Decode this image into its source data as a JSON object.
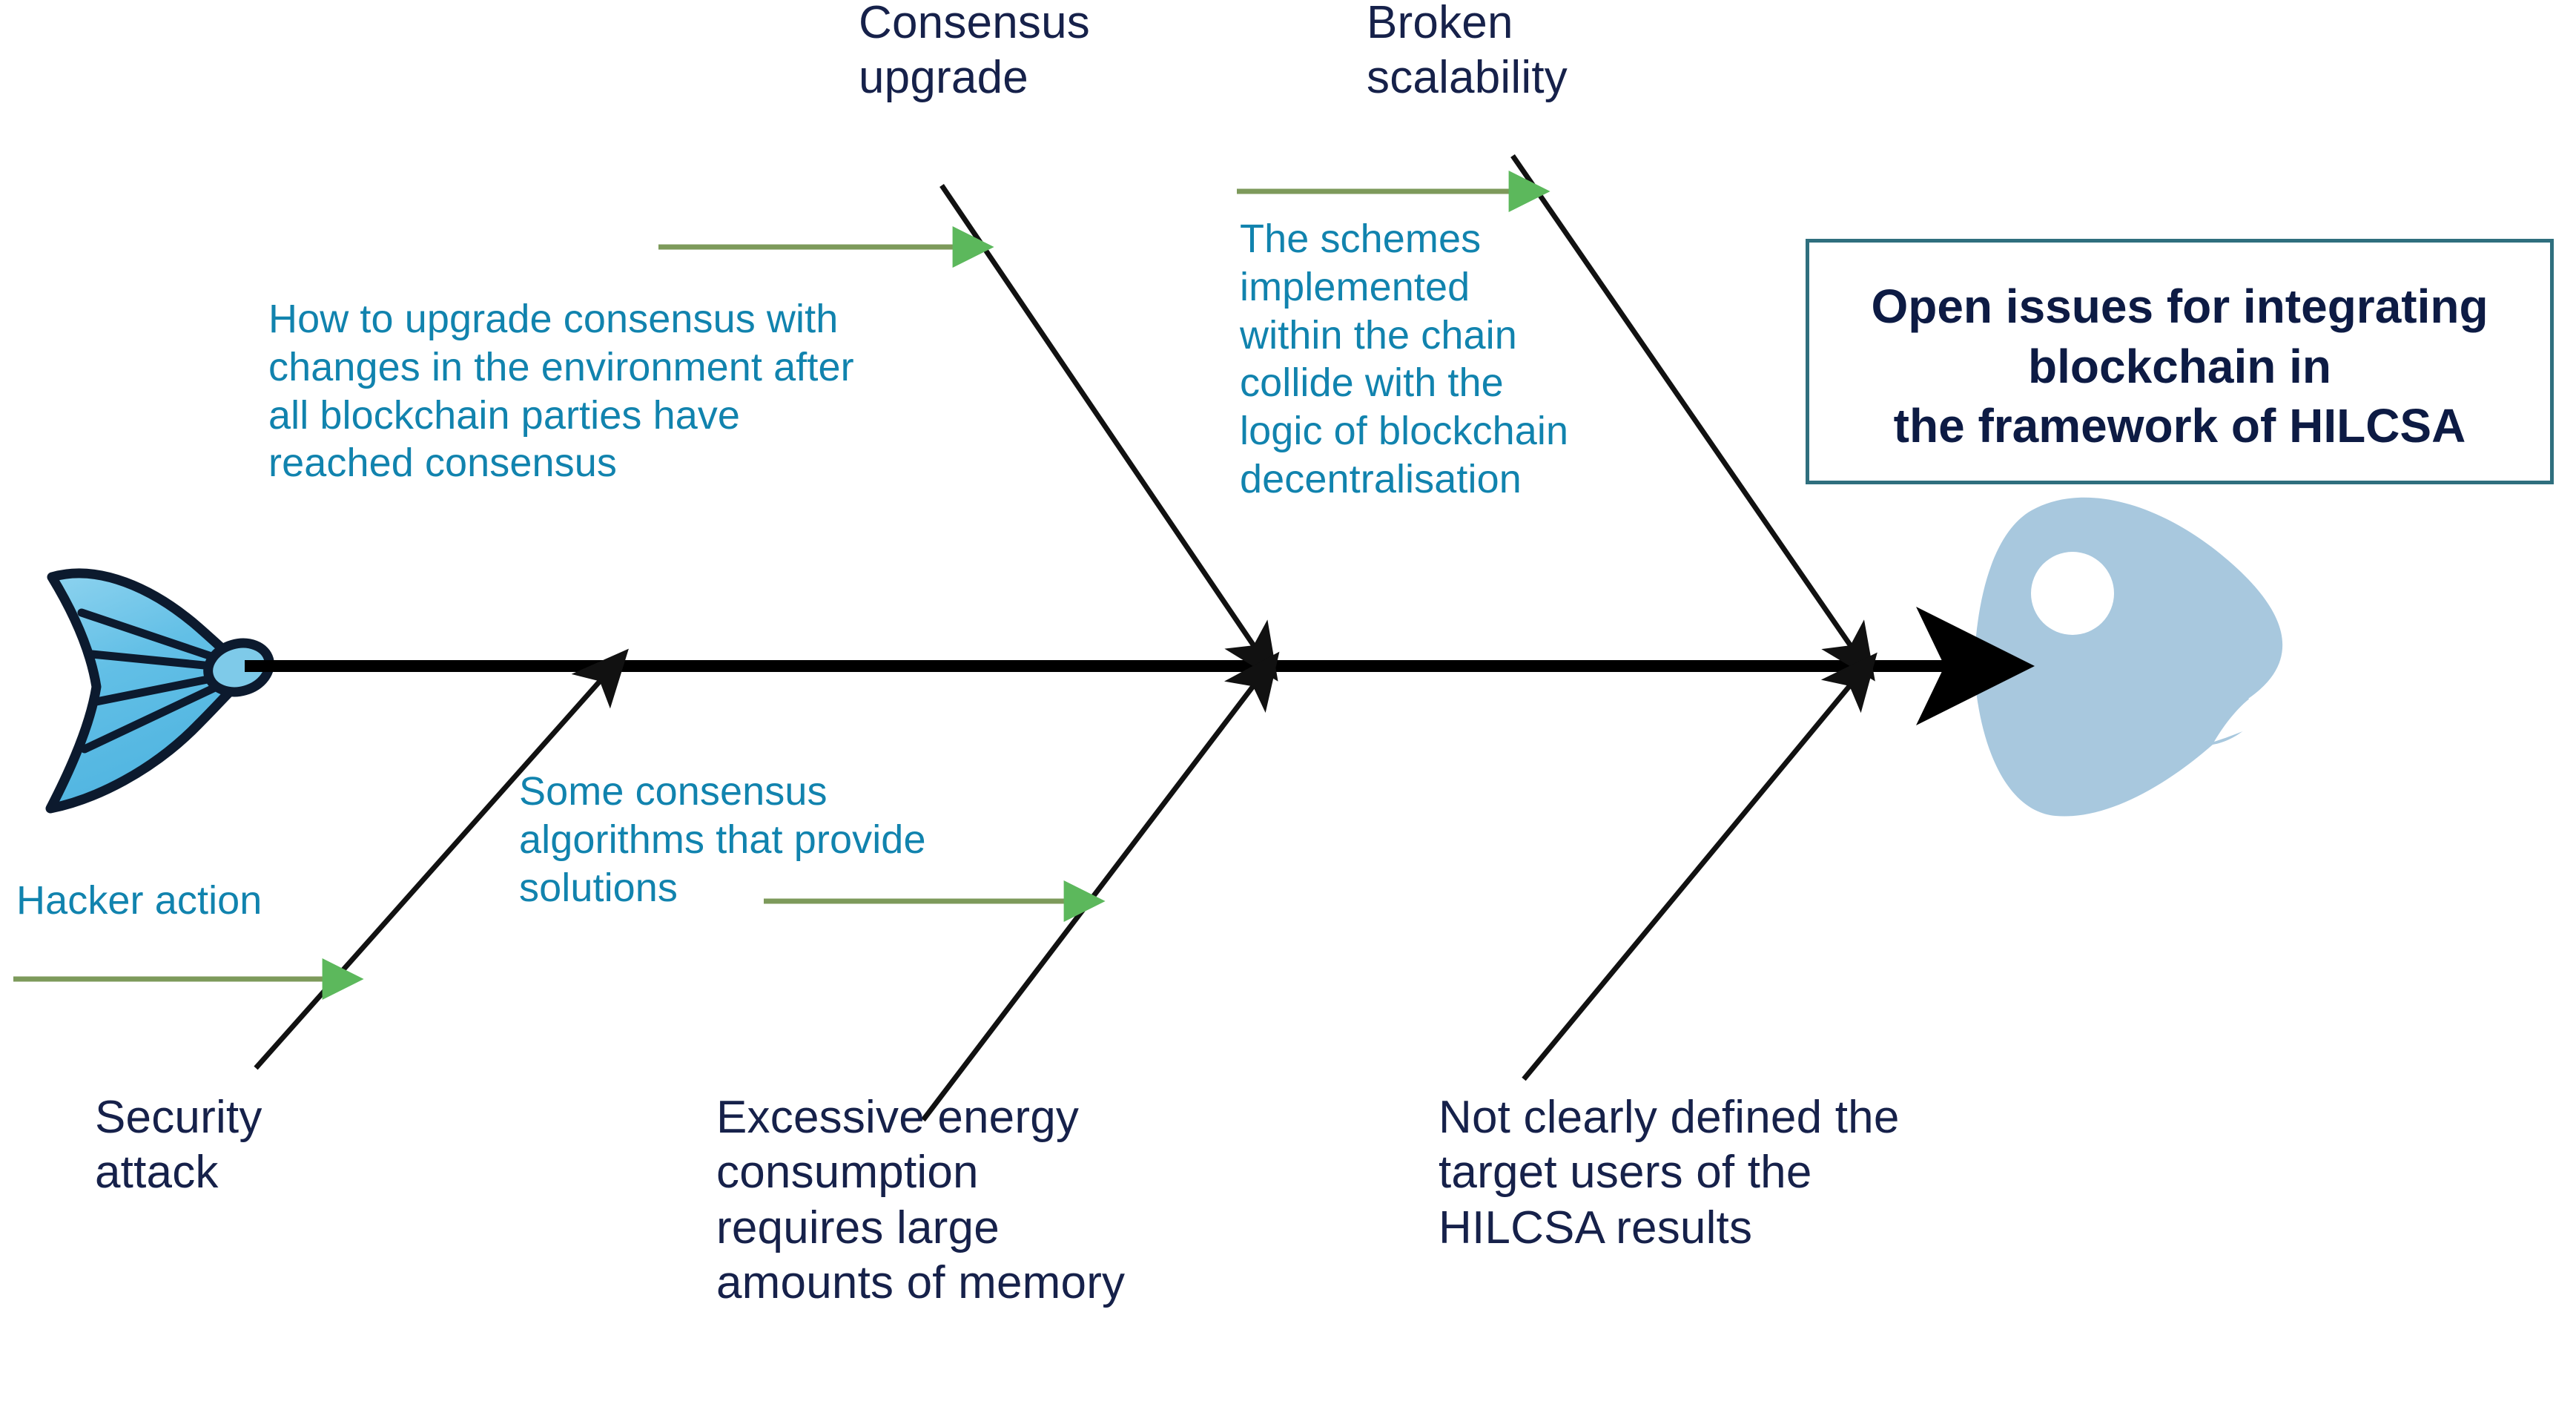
{
  "diagram": {
    "type": "fishbone-ishikawa",
    "effect_box": {
      "title": "Open issues for integrating\nblockchain in\nthe framework of HILCSA",
      "border_color": "#2f6f7e",
      "text_color": "#0d1b44"
    },
    "colors": {
      "bone_label": "#16214a",
      "note": "#1183ae",
      "spine": "#000000",
      "rib": "#1a1a1a",
      "green_arrow_line": "#7d9a5b",
      "green_arrow_head": "#5cb85c",
      "fish_head": "#a8c8de",
      "fish_tail_fill": "#6fc3e8",
      "fish_tail_outline": "#0c1a2e"
    },
    "bones": [
      {
        "id": "consensus-upgrade",
        "position": "top",
        "label": "Consensus\nupgrade",
        "note": "How to upgrade consensus with\nchanges in the environment after\nall blockchain parties have\nreached consensus",
        "has_green_arrow": true
      },
      {
        "id": "broken-scalability",
        "position": "top",
        "label": "Broken\nscalability",
        "note": "The schemes\nimplemented\nwithin the chain\ncollide with the\nlogic of blockchain\ndecentralisation",
        "has_green_arrow": true
      },
      {
        "id": "security-attack",
        "position": "bottom",
        "label": "Security\nattack",
        "note": "Hacker action",
        "has_green_arrow": true
      },
      {
        "id": "excessive-energy",
        "position": "bottom",
        "label": "Excessive energy\nconsumption\nrequires large\namounts of memory",
        "note": "Some consensus\nalgorithms that provide\nsolutions",
        "has_green_arrow": true
      },
      {
        "id": "target-users",
        "position": "bottom",
        "label": "Not clearly defined the\ntarget users of the\nHILCSA results",
        "note": "",
        "has_green_arrow": false
      }
    ],
    "icons": {
      "fish_head": "fish-head-icon",
      "fish_tail": "fish-tail-icon",
      "spine": "spine-arrow-icon"
    }
  }
}
